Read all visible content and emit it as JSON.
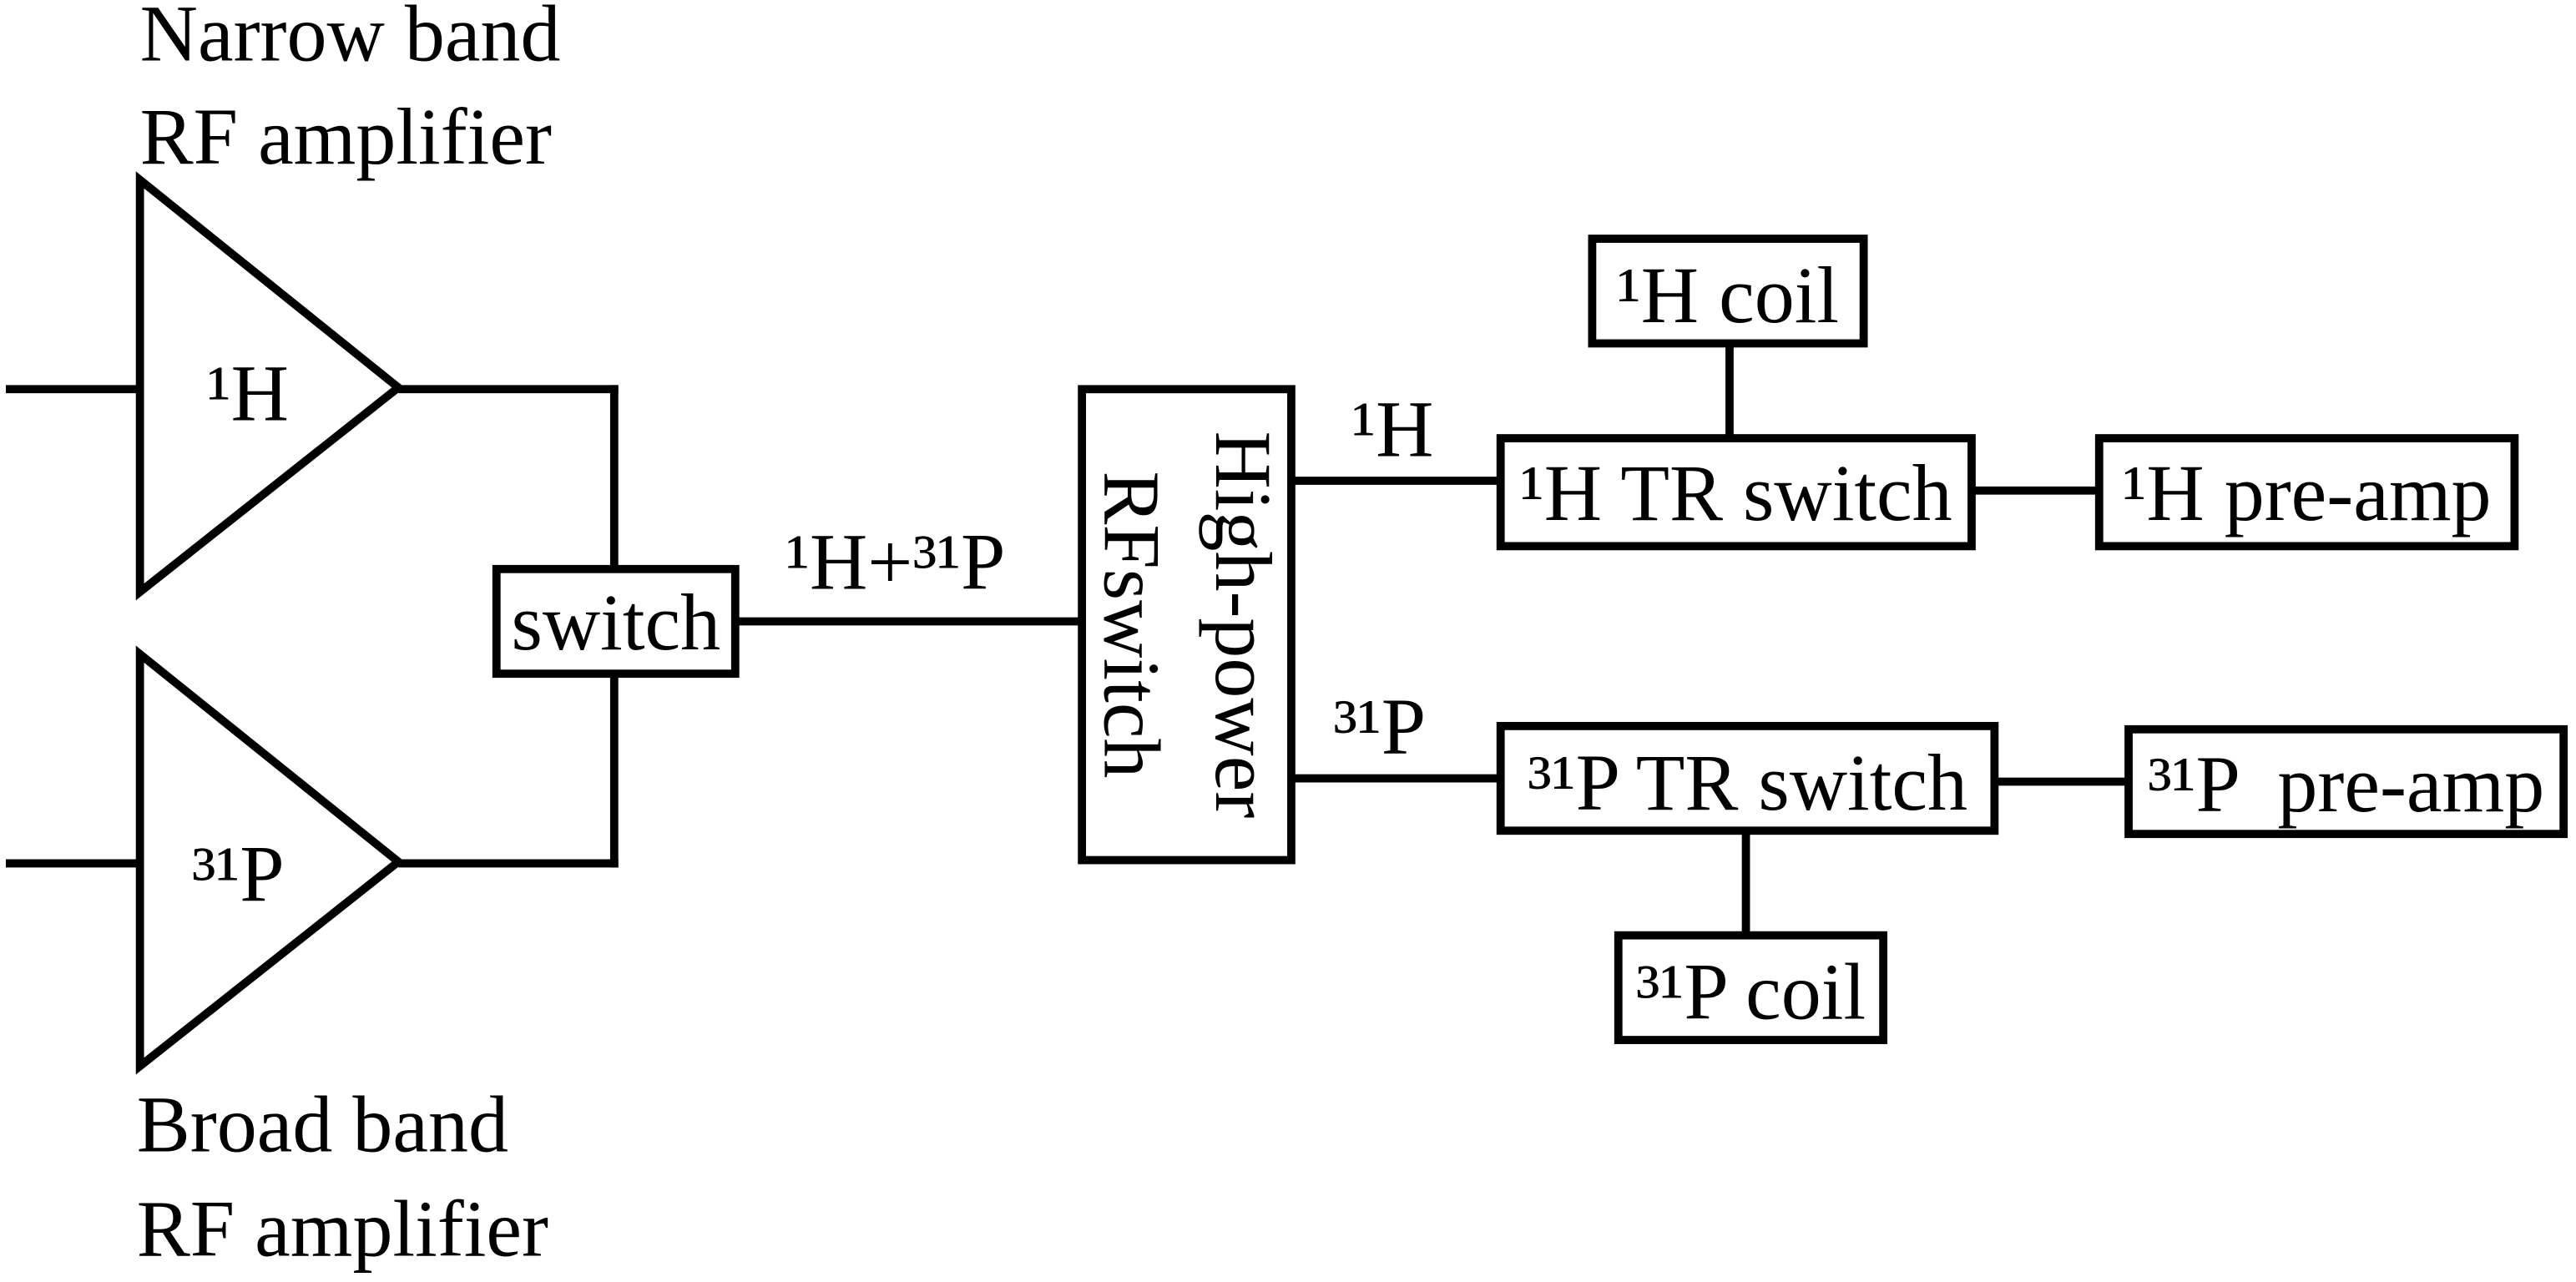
{
  "diagram": {
    "amplifiers": {
      "narrow_label_line1": "Narrow band",
      "narrow_label_line2": "RF amplifier",
      "narrow_symbol": "¹H",
      "broad_label_line1": "Broad band",
      "broad_label_line2": "RF amplifier",
      "broad_symbol": "³¹P"
    },
    "switch": "switch",
    "combined_signal": "¹H+³¹P",
    "rf_switch": {
      "line1": "High-power",
      "line2": "RFswitch"
    },
    "h_channel": {
      "signal": "¹H",
      "tr_switch": "¹H TR switch",
      "coil": "¹H coil",
      "preamp": "¹H pre-amp"
    },
    "p_channel": {
      "signal": "³¹P",
      "tr_switch": "³¹P TR switch",
      "coil": "³¹P coil",
      "preamp": "³¹P  pre-amp"
    }
  }
}
